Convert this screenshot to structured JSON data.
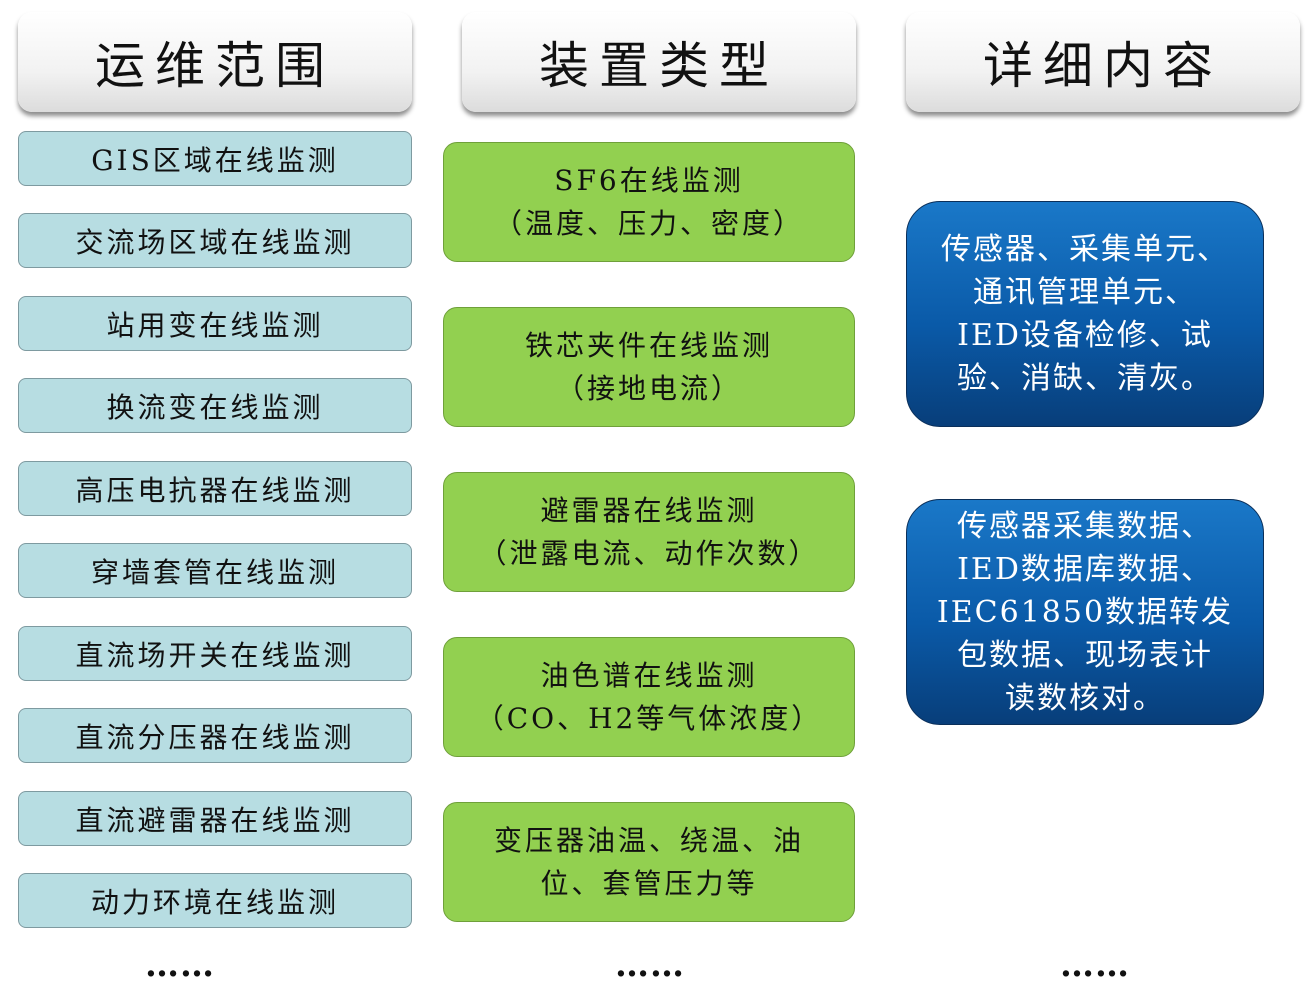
{
  "headers": [
    "运维范围",
    "装置类型",
    "详细内容"
  ],
  "scope_items": [
    "GIS区域在线监测",
    "交流场区域在线监测",
    "站用变在线监测",
    "换流变在线监测",
    "高压电抗器在线监测",
    "穿墙套管在线监测",
    "直流场开关在线监测",
    "直流分压器在线监测",
    "直流避雷器在线监测",
    "动力环境在线监测"
  ],
  "device_types": [
    "SF6在线监测\n（温度、压力、密度）",
    "铁芯夹件在线监测\n（接地电流）",
    "避雷器在线监测\n（泄露电流、动作次数）",
    "油色谱在线监测\n（CO、H2等气体浓度）",
    "变压器油温、绕温、油\n位、套管压力等"
  ],
  "details": [
    "传感器、采集单元、\n通讯管理单元、\nIED设备检修、试\n验、消缺、清灰。",
    "传感器采集数据、\nIED数据库数据、\nIEC61850数据转发\n包数据、现场表计\n读数核对。"
  ],
  "ellipsis": "……"
}
